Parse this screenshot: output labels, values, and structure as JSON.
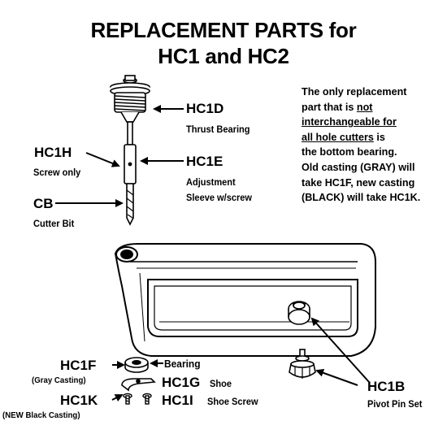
{
  "title": {
    "line1": "REPLACEMENT PARTS for",
    "line2": "HC1 and HC2"
  },
  "parts": {
    "hc1d": {
      "code": "HC1D",
      "desc": "Thrust Bearing"
    },
    "hc1e": {
      "code": "HC1E",
      "desc1": "Adjustment",
      "desc2": "Sleeve w/screw"
    },
    "hc1h": {
      "code": "HC1H",
      "desc": "Screw only"
    },
    "cb": {
      "code": "CB",
      "desc": "Cutter Bit"
    },
    "hc1f": {
      "code": "HC1F",
      "desc": "(Gray Casting)",
      "bearing": "Bearing"
    },
    "hc1g": {
      "code": "HC1G",
      "desc": "Shoe"
    },
    "hc1k": {
      "code": "HC1K",
      "desc": "(NEW Black Casting)"
    },
    "hc1i": {
      "code": "HC1I",
      "desc": "Shoe Screw"
    },
    "hc1b": {
      "code": "HC1B",
      "desc": "Pivot Pin Set"
    }
  },
  "note": {
    "l1": "The only replacement",
    "l2a": "part that is ",
    "l2b": "not",
    "l3": "interchangeable for",
    "l4a": "all hole cutters",
    "l4b": " is",
    "l5": "the bottom bearing.",
    "l6": "Old casting (GRAY) will",
    "l7": "take HC1F, new casting",
    "l8": "(BLACK) will take HC1K."
  }
}
